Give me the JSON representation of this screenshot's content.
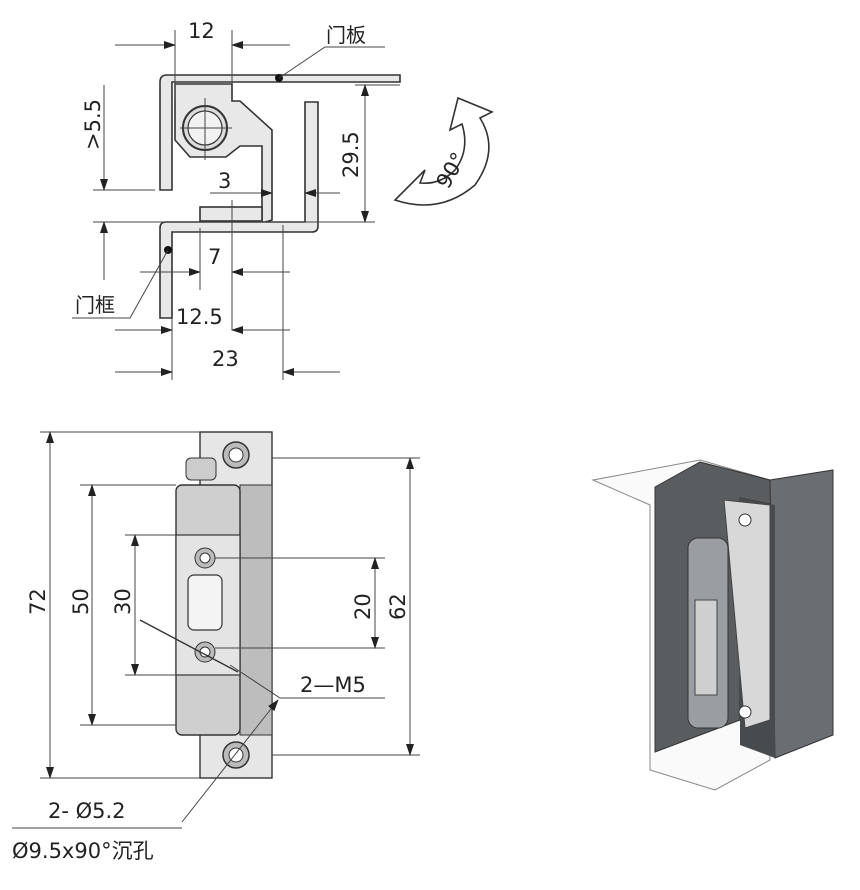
{
  "top_view": {
    "dim_width": "12",
    "dim_min_gap": ">5.5",
    "dim_height": "29.5",
    "dim_clearance": "3",
    "dim_offset": "7",
    "dim_pivot": "12.5",
    "dim_total": "23",
    "label_door": "门板",
    "label_frame": "门框",
    "rotation": "90°"
  },
  "front_view": {
    "dim_total_height": "72",
    "dim_barrel": "50",
    "dim_slot": "30",
    "dim_hole_pitch": "20",
    "dim_mount_pitch": "62",
    "thread_note": "2—M5",
    "hole_note": "2- Ø5.2",
    "countersink_note": "Ø9.5x90°沉孔"
  },
  "colors": {
    "line": "#333333",
    "part": "#e8e8e8",
    "steel": "#555a5e"
  }
}
